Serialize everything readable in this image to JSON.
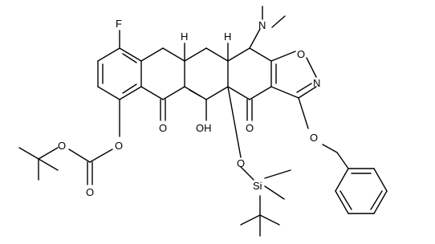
{
  "diagram": {
    "type": "chemical-structure",
    "atom_labels": {
      "fluorine": "F",
      "dimethylamino": "N",
      "isoxazole_oxygen": "O",
      "isoxazole_nitrogen": "N",
      "ketone_oxygen_left": "O",
      "ketone_oxygen_right": "O",
      "hydroxyl": "OH",
      "silyloxy_oxygen": "O",
      "silicon": "Si",
      "benzyloxy_oxygen": "O",
      "carbonate_oxygen_aryl": "O",
      "carbonate_oxygen_carbonyl": "O",
      "carbonate_oxygen_tbu": "O"
    },
    "stereo_labels": {
      "h_left": "H",
      "h_right": "H"
    }
  }
}
